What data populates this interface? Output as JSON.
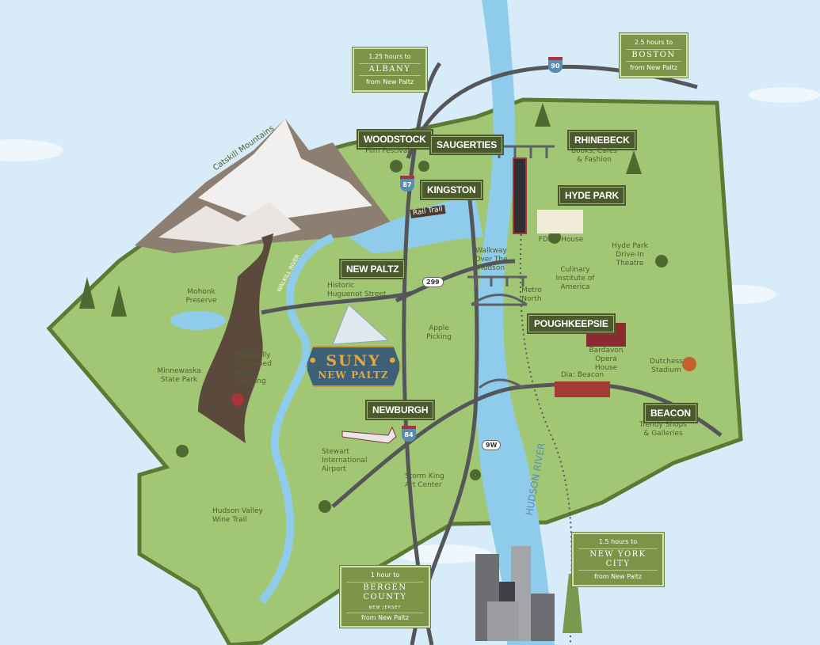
{
  "map": {
    "colors": {
      "sky": "#d7ecf8",
      "land": "#a2c774",
      "border": "#5c7a34",
      "river": "#8fcbeb",
      "road": "#55565a",
      "label_bg": "#4a5a2c",
      "box_bg": "#7b9447",
      "suny_bg": "#3d6077",
      "suny_text": "#e6a838"
    },
    "towns": {
      "woodstock": "WOODSTOCK",
      "saugerties": "SAUGERTIES",
      "kingston": "KINGSTON",
      "rhinebeck": "RHINEBECK",
      "hyde_park": "HYDE PARK",
      "new_paltz": "NEW PALTZ",
      "poughkeepsie": "POUGHKEEPSIE",
      "newburgh": "NEWBURGH",
      "beacon": "BEACON"
    },
    "poi": {
      "woodstock": "Film Festival",
      "rhinebeck": "Books, Cafés & Fashion",
      "fdr": "FDR's House",
      "walkway": "Walkway Over The Hudson",
      "hyde_park_drive_in": "Hyde Park Drive-In Theatre",
      "culinary": "Culinary Institute of America",
      "metro_north": "Metro North",
      "huguenot": "Historic Huguenot Street",
      "mohonk": "Mohonk Preserve",
      "minnewaska": "Minnewaska State Park",
      "rock_climbing": "Nationally Renowned Rock Climbing",
      "apple": "Apple Picking",
      "bardavon": "Bardavon Opera House",
      "dia": "Dia: Beacon",
      "dutchess": "Dutchess Stadium",
      "beacon": "Trendy Shops & Galleries",
      "stewart": "Stewart International Airport",
      "storm_king": "Storm King Art Center",
      "wine": "Hudson Valley Wine Trail",
      "rail_trail": "Rail Trail",
      "catskill": "Catskill Mountains",
      "walkill": "WALKILL RIVER",
      "hudson": "HUDSON RIVER"
    },
    "suny": {
      "line1": "• SUNY •",
      "line2": "NEW PALTZ"
    },
    "highways": {
      "i90": "90",
      "i87": "87",
      "i84": "84",
      "r299": "299",
      "r9w": "9W"
    },
    "distances": {
      "albany": {
        "time": "1.25 hours to",
        "city": "ALBANY",
        "from": "from New Paltz"
      },
      "boston": {
        "time": "2.5 hours to",
        "city": "BOSTON",
        "from": "from New Paltz"
      },
      "nyc": {
        "time": "1.5 hours to",
        "city": "NEW YORK CITY",
        "from": "from New Paltz"
      },
      "bergen": {
        "time": "1 hour to",
        "city": "BERGEN COUNTY",
        "sub": "NEW JERSEY",
        "from": "from New Paltz"
      }
    }
  }
}
